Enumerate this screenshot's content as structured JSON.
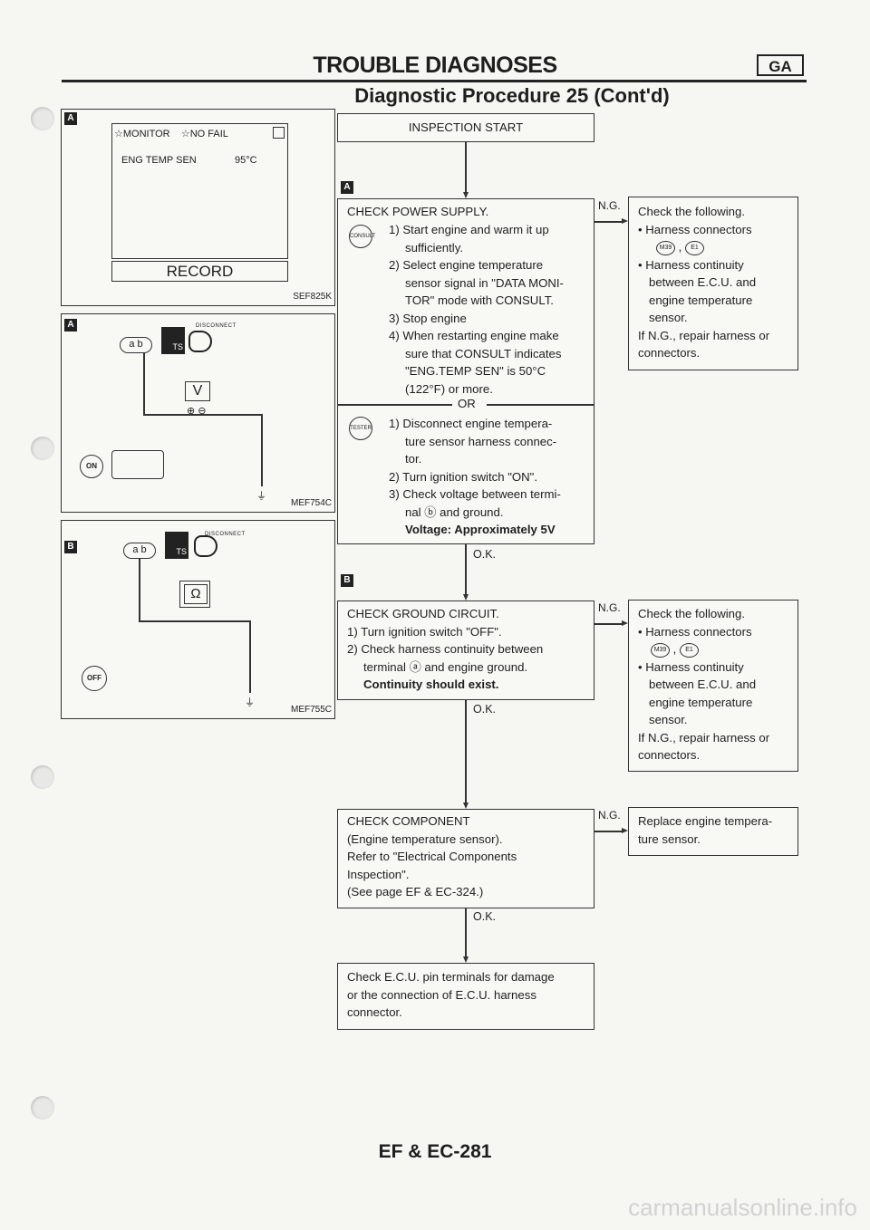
{
  "header": {
    "title": "TROUBLE DIAGNOSES",
    "badge": "GA",
    "subtitle": "Diagnostic Procedure 25 (Cont'd)"
  },
  "panels": {
    "consult": {
      "tag": "A",
      "monitor_label": "MONITOR",
      "no_fail_label": "NO FAIL",
      "item_name": "ENG TEMP SEN",
      "item_value": "95°C",
      "record_button": "RECORD",
      "ref": "SEF825K"
    },
    "voltage": {
      "tag": "A",
      "disconnect_label": "DISCONNECT",
      "connector_label": "a b",
      "ts_label": "TS",
      "meter_label": "V",
      "ign_label": "ON",
      "ref": "MEF754C"
    },
    "continuity": {
      "tag": "B",
      "disconnect_label": "DISCONNECT",
      "connector_label": "a b",
      "ts_label": "TS",
      "meter_label": "Ω",
      "ign_label": "OFF",
      "ref": "MEF755C"
    }
  },
  "flow": {
    "start": "INSPECTION START",
    "step1": {
      "tag": "A",
      "title": "CHECK POWER SUPPLY.",
      "lines": [
        "1) Start engine and warm it up",
        "sufficiently.",
        "2) Select engine temperature",
        "sensor signal in \"DATA MONI-",
        "TOR\" mode with CONSULT.",
        "3) Stop engine",
        "4) When restarting engine make",
        "sure that CONSULT indicates",
        "\"ENG.TEMP SEN\" is 50°C",
        "(122°F) or more."
      ],
      "or_label": "OR",
      "alt_lines": [
        "1) Disconnect engine tempera-",
        "ture sensor harness connec-",
        "tor.",
        "2) Turn ignition switch \"ON\".",
        "3) Check voltage between termi-",
        "nal ⓑ and ground."
      ],
      "spec": "Voltage: Approximately 5V",
      "consult_icon": "CONSULT",
      "tester_icon": "TESTER"
    },
    "ng1": {
      "label": "N.G.",
      "title": "Check the following.",
      "bullet1": "Harness connectors",
      "conn_a": "M39",
      "conn_b": "E1",
      "bullet2": "Harness continuity",
      "line3": "between E.C.U. and",
      "line4": "engine temperature",
      "line5": "sensor.",
      "line6": "If N.G., repair harness or",
      "line7": "connectors."
    },
    "ok1": "O.K.",
    "step2": {
      "tag": "B",
      "title": "CHECK GROUND CIRCUIT.",
      "line1": "1) Turn ignition switch \"OFF\".",
      "line2": "2) Check harness continuity between",
      "line3": "terminal ⓐ and engine ground.",
      "spec": "Continuity should exist."
    },
    "ng2": {
      "label": "N.G.",
      "title": "Check the following.",
      "bullet1": "Harness connectors",
      "conn_a": "M39",
      "conn_b": "E1",
      "bullet2": "Harness continuity",
      "line3": "between E.C.U. and",
      "line4": "engine temperature",
      "line5": "sensor.",
      "line6": "If N.G., repair harness or",
      "line7": "connectors."
    },
    "ok2": "O.K.",
    "step3": {
      "title": "CHECK COMPONENT",
      "line1": "(Engine temperature sensor).",
      "line2": "Refer to \"Electrical Components",
      "line3": "Inspection\".",
      "line4": "(See page EF & EC-324.)"
    },
    "ng3": {
      "label": "N.G.",
      "line1": "Replace engine tempera-",
      "line2": "ture sensor."
    },
    "ok3": "O.K.",
    "final": {
      "line1": "Check E.C.U. pin terminals for damage",
      "line2": "or the connection of E.C.U. harness",
      "line3": "connector."
    }
  },
  "footer": {
    "page": "EF & EC-281",
    "watermark": "carmanualsonline.info"
  }
}
